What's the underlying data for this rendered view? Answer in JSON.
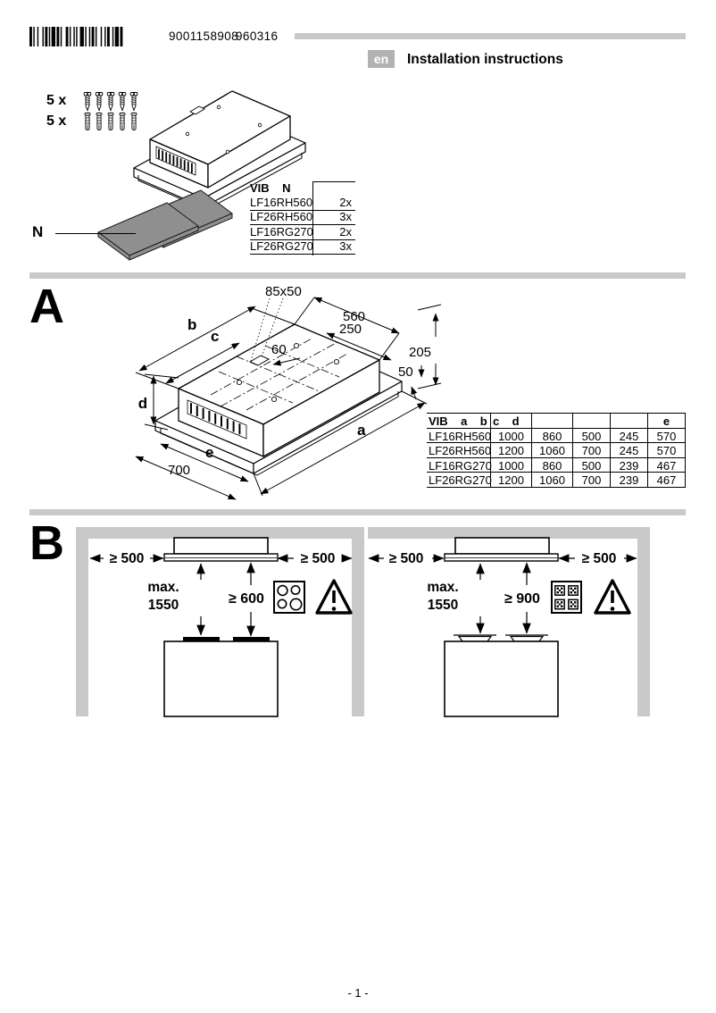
{
  "topbar": {
    "barcode_number": "9001158908",
    "code": "960316"
  },
  "header": {
    "lang": "en",
    "title": "Installation instructions"
  },
  "colors": {
    "separator_gray": "#c9c9c9",
    "badge_gray": "#b2b2b2",
    "panel_gray": "#8f8f8f"
  },
  "parts": {
    "screws_qty": "5 x",
    "anchors_qty": "5 x",
    "panel_label": "N",
    "table": {
      "header": "VIB    N",
      "rows": [
        {
          "model": "LF16RH560",
          "qty": "2x"
        },
        {
          "model": "LF26RH560",
          "qty": "3x"
        },
        {
          "model": "LF16RG270",
          "qty": "2x"
        },
        {
          "model": "LF26RG270",
          "qty": "3x"
        }
      ]
    }
  },
  "section_a": {
    "label": "A",
    "dims": {
      "cutout": "85x50",
      "d560": "560",
      "d250": "250",
      "d60": "60",
      "d205": "205",
      "d50": "50",
      "d700": "700",
      "a": "a",
      "b": "b",
      "c": "c",
      "d": "d",
      "e": "e"
    },
    "table": {
      "headers": [
        "VIB    a    b",
        "c    d",
        "",
        "",
        "",
        "e"
      ],
      "rows": [
        [
          "LF16RH560",
          "1000",
          "860",
          "500",
          "245",
          "570"
        ],
        [
          "LF26RH560",
          "1200",
          "1060",
          "700",
          "245",
          "570"
        ],
        [
          "LF16RG270",
          "1000",
          "860",
          "500",
          "239",
          "467"
        ],
        [
          "LF26RG270",
          "1200",
          "1060",
          "700",
          "239",
          "467"
        ]
      ]
    }
  },
  "section_b": {
    "label": "B",
    "left": {
      "clear_left": "≥ 500",
      "clear_right": "≥ 500",
      "max_label": "max.",
      "max_value": "1550",
      "distance": "≥ 600"
    },
    "right": {
      "clear_left": "≥ 500",
      "clear_right": "≥ 500",
      "max_label": "max.",
      "max_value": "1550",
      "distance": "≥ 900"
    }
  },
  "footer": {
    "page_number": "- 1 -"
  }
}
